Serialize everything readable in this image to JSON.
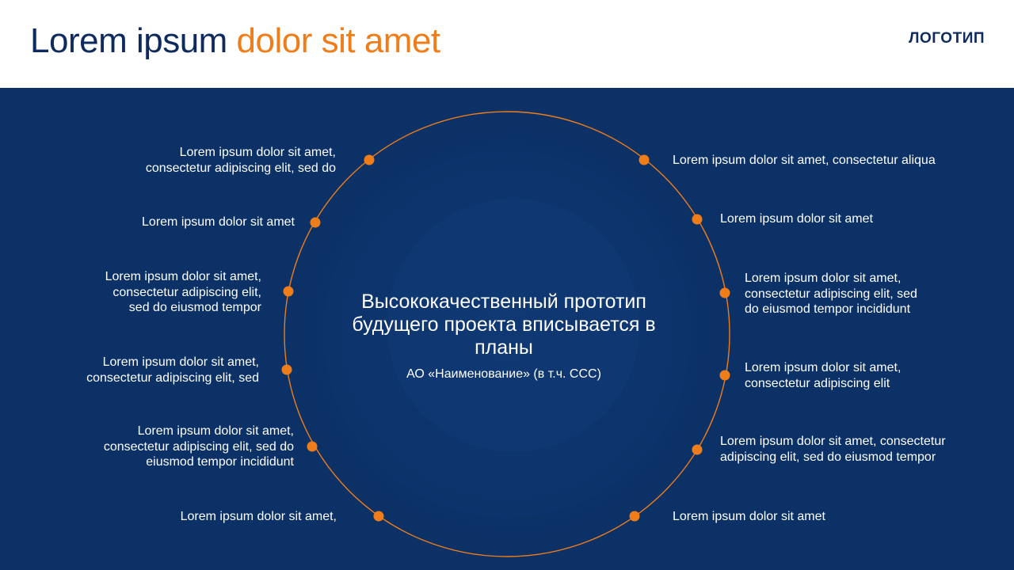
{
  "header": {
    "title_main": "Lorem ipsum",
    "title_accent": "dolor sit amet",
    "logo": "ЛОГОТИП"
  },
  "colors": {
    "navy": "#0b3167",
    "dark_text": "#0f2a5c",
    "accent": "#ee7d1a",
    "white": "#ffffff"
  },
  "center": {
    "title": "Высококачественный прототип будущего проекта вписывается в планы",
    "subtitle": "АО «Наименование» (в т.ч. ССС)"
  },
  "left_items": [
    "Lorem ipsum dolor sit amet,\nconsectetur adipiscing elit, sed do",
    "Lorem ipsum dolor sit amet",
    "Lorem ipsum dolor sit amet,\nconsectetur adipiscing elit,\nsed do eiusmod tempor",
    "Lorem ipsum dolor sit amet,\nconsectetur adipiscing elit, sed",
    "Lorem ipsum dolor sit amet,\nconsectetur adipiscing elit, sed do\neiusmod tempor incididunt",
    "Lorem ipsum dolor sit amet,"
  ],
  "right_items": [
    "Lorem ipsum dolor sit amet, consectetur aliqua",
    "Lorem ipsum dolor sit amet",
    "Lorem ipsum dolor sit amet,\nconsectetur adipiscing elit, sed\ndo eiusmod tempor incididunt",
    "Lorem ipsum dolor sit amet,\nconsectetur adipiscing elit",
    "Lorem ipsum dolor sit amet, consectetur\nadipiscing elit, sed do eiusmod tempor",
    "Lorem ipsum dolor sit amet"
  ]
}
